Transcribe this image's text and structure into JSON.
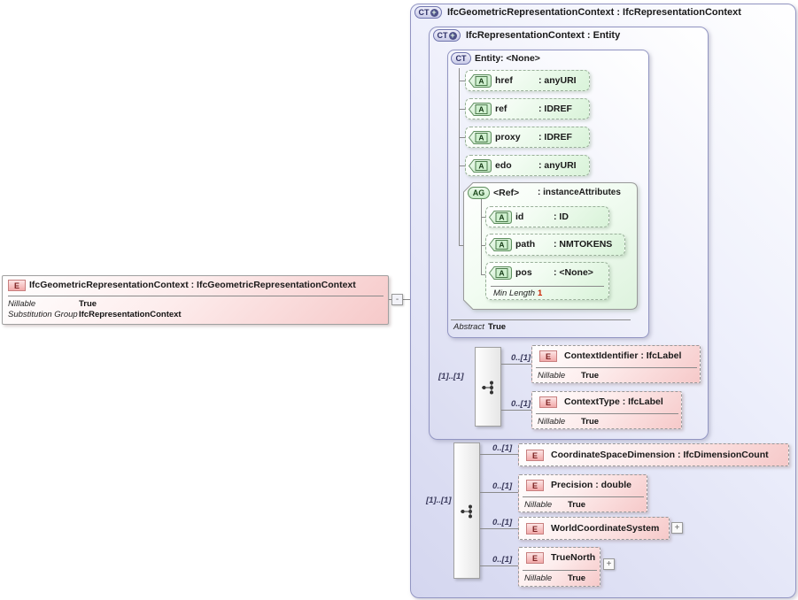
{
  "icons": {
    "element": "E",
    "attribute": "A",
    "complex_type": "CT",
    "attribute_group": "AG",
    "plus": "+",
    "minus": "-"
  },
  "colors": {
    "element-fill": "#f6c9c9",
    "attribute-fill": "#d9f3d9",
    "panel-fill": "#d4d6ef",
    "facet-value": "#cc2200"
  },
  "root_element": {
    "title": "IfcGeometricRepresentationContext : IfcGeometricRepresentationContext",
    "properties": [
      {
        "label": "Nillable",
        "value": "True"
      },
      {
        "label": "Substitution Group",
        "value": "IfcRepresentationContext"
      }
    ]
  },
  "outer_panel": {
    "title": "IfcGeometricRepresentationContext : IfcRepresentationContext",
    "middle_panel": {
      "title": "IfcRepresentationContext : Entity",
      "entity_panel": {
        "name": "Entity",
        "type": ": <None>",
        "attributes": [
          {
            "name": "href",
            "type": ": anyURI"
          },
          {
            "name": "ref",
            "type": ": IDREF"
          },
          {
            "name": "proxy",
            "type": ": IDREF"
          },
          {
            "name": "edo",
            "type": ": anyURI"
          }
        ],
        "attribute_group": {
          "name": "<Ref>",
          "type": ": instanceAttributes",
          "attributes": [
            {
              "name": "id",
              "type": ": ID"
            },
            {
              "name": "path",
              "type": ": NMTOKENS"
            },
            {
              "name": "pos",
              "type": ": <None>",
              "facet": {
                "label": "Min Length",
                "value": "1"
              }
            }
          ]
        },
        "properties": [
          {
            "label": "Abstract",
            "value": "True"
          }
        ]
      },
      "sequence": {
        "cardinality": "[1]..[1]",
        "children": [
          {
            "cardinality": "0..[1]",
            "title": "ContextIdentifier : IfcLabel",
            "properties": [
              {
                "label": "Nillable",
                "value": "True"
              }
            ]
          },
          {
            "cardinality": "0..[1]",
            "title": "ContextType : IfcLabel",
            "properties": [
              {
                "label": "Nillable",
                "value": "True"
              }
            ]
          }
        ]
      }
    },
    "sequence": {
      "cardinality": "[1]..[1]",
      "children": [
        {
          "cardinality": "0..[1]",
          "title": "CoordinateSpaceDimension : IfcDimensionCount"
        },
        {
          "cardinality": "0..[1]",
          "title": "Precision : double",
          "properties": [
            {
              "label": "Nillable",
              "value": "True"
            }
          ]
        },
        {
          "cardinality": "0..[1]",
          "title": "WorldCoordinateSystem"
        },
        {
          "cardinality": "0..[1]",
          "title": "TrueNorth",
          "properties": [
            {
              "label": "Nillable",
              "value": "True"
            }
          ]
        }
      ]
    }
  }
}
